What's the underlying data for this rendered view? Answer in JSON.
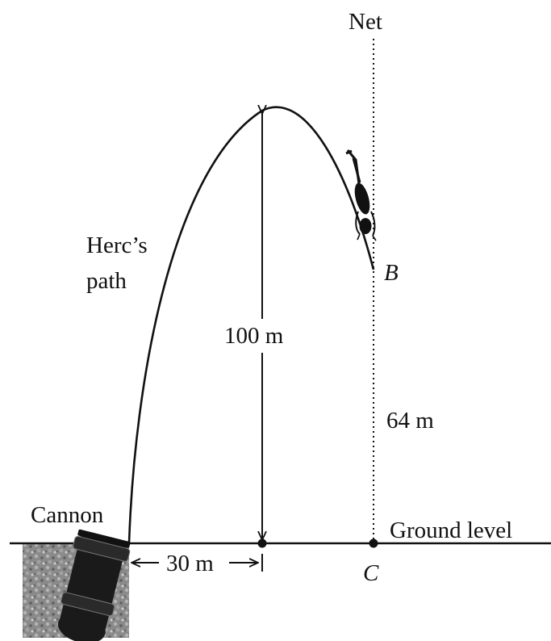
{
  "labels": {
    "net": "Net",
    "path": [
      "Herc’s",
      "path"
    ],
    "point_b": "B",
    "point_c": "C",
    "height": "100 m",
    "net_height": "64 m",
    "horizontal": "30 m",
    "cannon": "Cannon",
    "ground": "Ground level"
  },
  "icons": {
    "cannon": "cannon-icon",
    "performer": "performer-figure-icon"
  }
}
